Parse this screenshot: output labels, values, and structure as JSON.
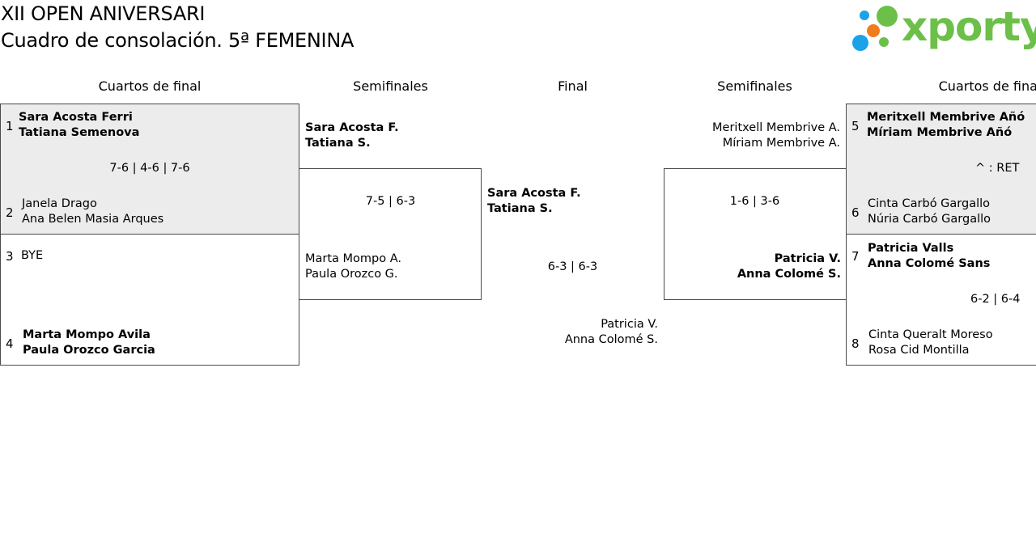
{
  "header": {
    "title": "XII OPEN ANIVERSARI",
    "subtitle": "Cuadro de consolación. 5ª FEMENINA",
    "logo_text": "xporty",
    "logo_colors": {
      "green": "#6cc04a",
      "blue": "#1aa3e8",
      "orange": "#f07c1c"
    }
  },
  "columns": {
    "left_qf": "Cuartos de final",
    "left_sf": "Semifinales",
    "final": "Final",
    "right_sf": "Semifinales",
    "right_qf": "Cuartos de final"
  },
  "left_qf": {
    "m1": {
      "seed_top": "1",
      "top_p1": "Sara Acosta Ferri",
      "top_p2": "Tatiana Semenova",
      "score": "7-6 | 4-6 | 7-6",
      "seed_bottom": "2",
      "bottom_p1": "Janela Drago",
      "bottom_p2": "Ana Belen Masia Arques"
    },
    "m2": {
      "seed_top": "3",
      "top_p1": "BYE",
      "seed_bottom": "4",
      "bottom_p1": "Marta Mompo Avila",
      "bottom_p2": "Paula Orozco Garcia"
    }
  },
  "left_sf": {
    "top_p1": "Sara Acosta F.",
    "top_p2": "Tatiana S.",
    "score": "7-5 | 6-3",
    "bottom_p1": "Marta Mompo A.",
    "bottom_p2": "Paula Orozco G."
  },
  "final": {
    "top_p1": "Sara Acosta F.",
    "top_p2": "Tatiana S.",
    "score": "6-3 | 6-3",
    "bottom_p1": "Patricia V.",
    "bottom_p2": "Anna Colomé S."
  },
  "right_sf": {
    "top_p1": "Meritxell Membrive A.",
    "top_p2": "Míriam Membrive A.",
    "score": "1-6 | 3-6",
    "bottom_p1": "Patricia V.",
    "bottom_p2": "Anna Colomé S."
  },
  "right_qf": {
    "m1": {
      "seed_top": "5",
      "top_p1": "Meritxell Membrive Añó",
      "top_p2": "Míriam Membrive Añó",
      "score": "^ : RET",
      "seed_bottom": "6",
      "bottom_p1": "Cinta Carbó Gargallo",
      "bottom_p2": "Núria Carbó Gargallo"
    },
    "m2": {
      "seed_top": "7",
      "top_p1": "Patricia Valls",
      "top_p2": "Anna Colomé Sans",
      "score": "6-2 | 6-4",
      "seed_bottom": "8",
      "bottom_p1": "Cinta Queralt Moreso",
      "bottom_p2": "Rosa Cid Montilla"
    }
  }
}
